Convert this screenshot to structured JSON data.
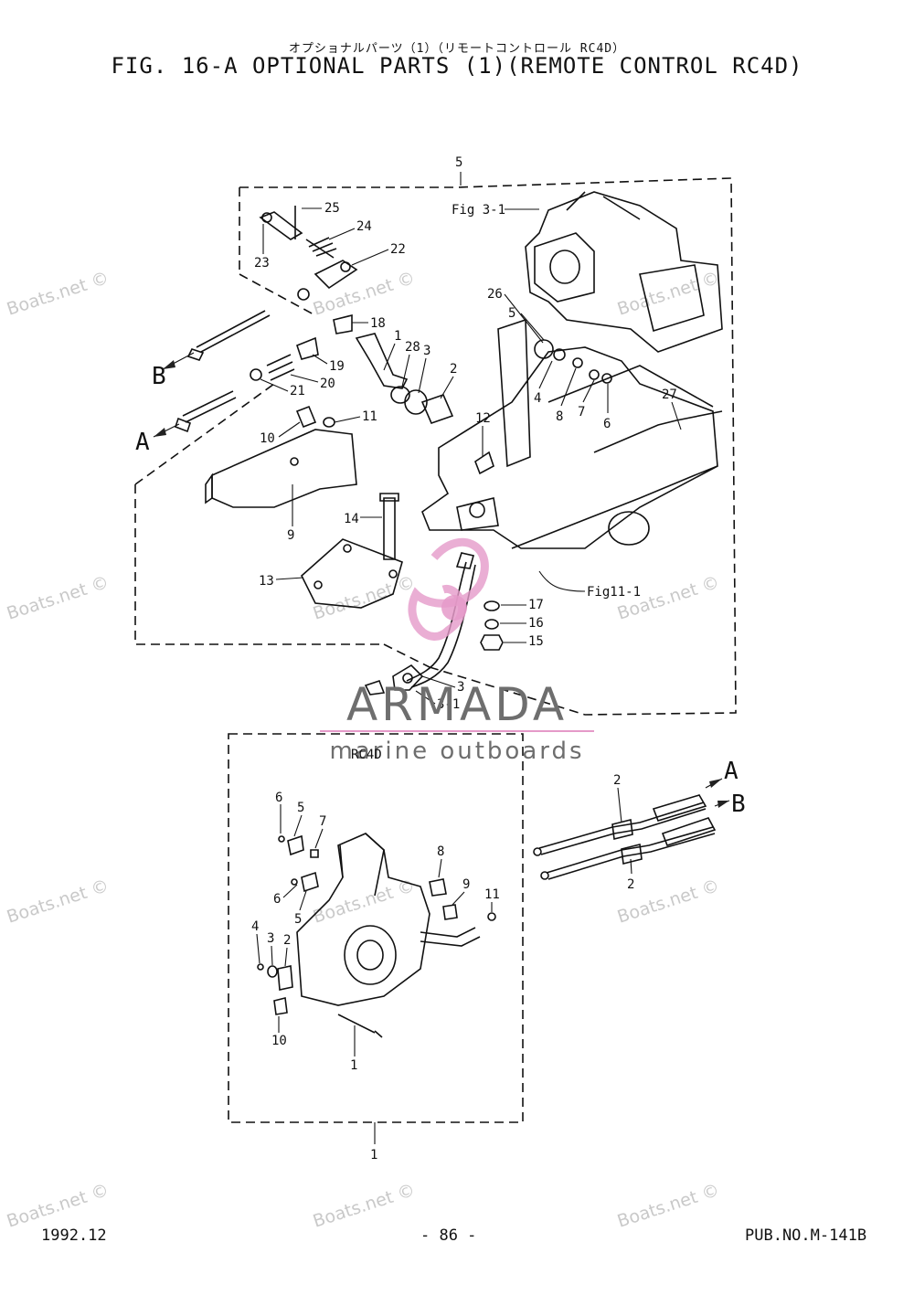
{
  "header": {
    "title_jp": "オプショナルパーツ（1）（リモートコントロール RC4D）",
    "title_en": "FIG. 16-A OPTIONAL PARTS (1)(REMOTE CONTROL RC4D)"
  },
  "footer": {
    "date": "1992.12",
    "page": "- 86 -",
    "pub_no": "PUB.NO.M-141B"
  },
  "watermark": {
    "text": "Boats.net ©",
    "brand": "ARMADA",
    "tagline": "marine outboards"
  },
  "callouts_upper": [
    "5",
    "25",
    "24",
    "23",
    "22",
    "18",
    "19",
    "20",
    "21",
    "28",
    "3",
    "1",
    "2",
    "10",
    "11",
    "12",
    "9",
    "14",
    "13",
    "26",
    "5",
    "4",
    "8",
    "7",
    "6",
    "27",
    "17",
    "16",
    "15",
    "3",
    "3-1"
  ],
  "references": {
    "fig_3_1": "Fig 3-1",
    "fig_11_1": "Fig11-1"
  },
  "arrows": {
    "a": "A",
    "b": "B"
  },
  "lower_box": {
    "label": "RC4D",
    "callouts": [
      "6",
      "5",
      "7",
      "8",
      "9",
      "11",
      "6",
      "5",
      "4",
      "3",
      "2",
      "10",
      "1"
    ],
    "cable_callouts": [
      "2",
      "2"
    ],
    "assembly_callout": "1"
  },
  "colors": {
    "line": "#111111",
    "watermark": "#c9c9c9",
    "logo_pink": "#e59ac9",
    "logo_grey": "#6e6e6e"
  }
}
